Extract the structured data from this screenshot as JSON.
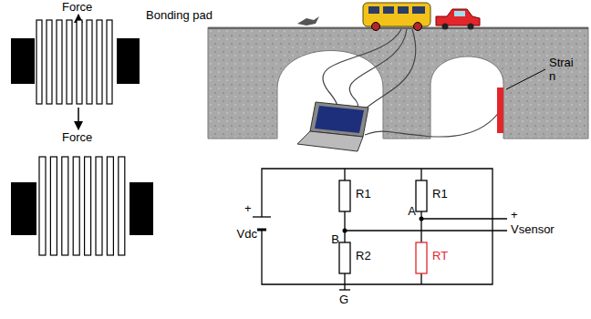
{
  "diagram": {
    "labels": [
      "Force",
      "Bonding pad",
      "Force",
      "Strai n",
      "+",
      "Vdc",
      "R1",
      "B",
      "R2",
      "R1",
      "A",
      "RT",
      "+",
      "Vsensor",
      "G"
    ]
  }
}
